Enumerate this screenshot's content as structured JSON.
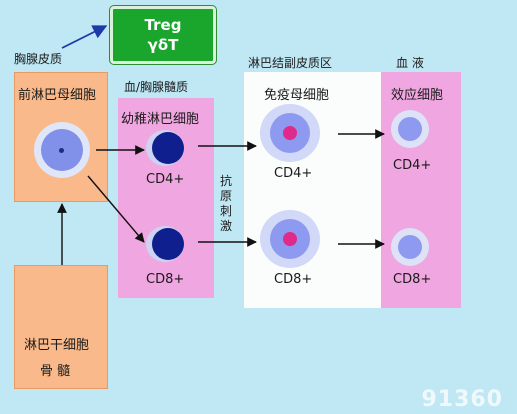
{
  "tag": {
    "line1": "Treg",
    "line2": "γδT"
  },
  "regions": {
    "thymic_cortex": "胸腺皮质",
    "blood_thymic_medulla": "血/胸腺髓质",
    "lymph_node_paracortex": "淋巴结副皮质区",
    "blood": "血  液"
  },
  "boxes": {
    "pre_t": "前淋巴母细胞",
    "stem": "淋巴干细胞",
    "bone_marrow": "骨  髓",
    "immature": "幼稚淋巴细胞",
    "immunoblast": "免疫母细胞",
    "effector": "效应细胞"
  },
  "labels": {
    "imm_cd4": "CD4+",
    "imm_cd8": "CD8+",
    "ib_cd4": "CD4+",
    "ib_cd8": "CD8+",
    "eff_cd4": "CD4+",
    "eff_cd8": "CD8+"
  },
  "antigen": "抗原刺激",
  "watermark": "91360"
}
